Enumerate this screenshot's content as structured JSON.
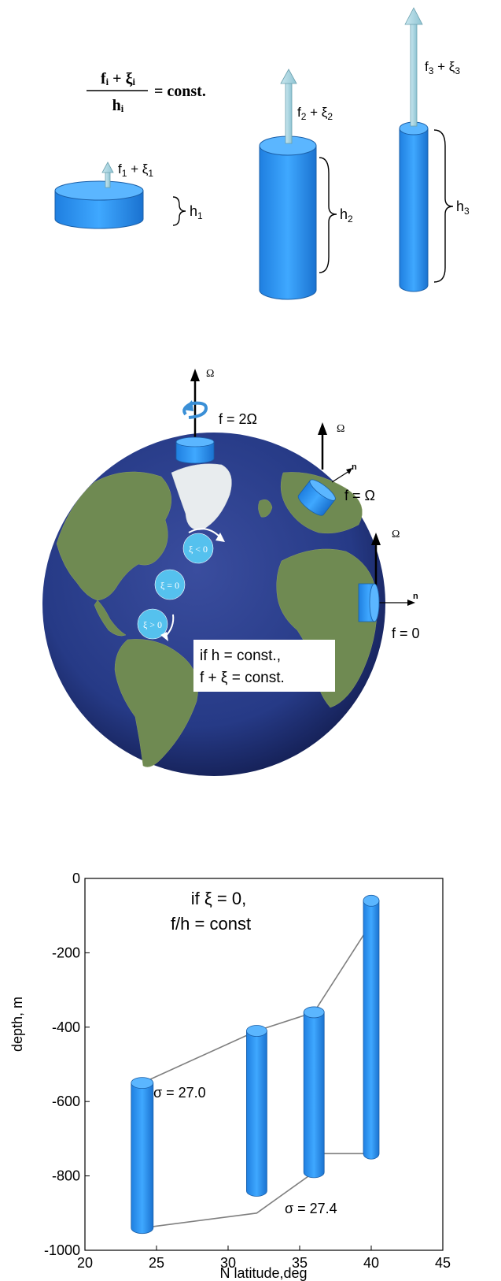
{
  "panel1": {
    "equation": {
      "numerator": "fᵢ + ξᵢ",
      "denominator": "hᵢ",
      "rhs": "= const."
    },
    "columns": [
      {
        "vort_label": "f",
        "vort_sub": "1",
        "vort_mid": " + ξ",
        "vort_sub2": "1",
        "h_label": "h",
        "h_sub": "1"
      },
      {
        "vort_label": "f",
        "vort_sub": "2",
        "vort_mid": " + ξ",
        "vort_sub2": "2",
        "h_label": "h",
        "h_sub": "2"
      },
      {
        "vort_label": "f",
        "vort_sub": "3",
        "vort_mid": " + ξ",
        "vort_sub2": "3",
        "h_label": "h",
        "h_sub": "3"
      }
    ]
  },
  "panel2": {
    "omega_symbol": "Ω",
    "normal_symbol": "n",
    "f_pole": "f = 2Ω",
    "f_mid": "f = Ω",
    "f_equator": "f = 0",
    "xi_neg": "ξ < 0",
    "xi_zero": "ξ = 0",
    "xi_pos": "ξ > 0",
    "note_line1": "if h  = const.,",
    "note_line2": "f + ξ = const."
  },
  "chart_data": {
    "type": "scatter",
    "title": "",
    "xlabel": "N latitude,deg",
    "ylabel": "depth, m",
    "xlim": [
      20,
      45
    ],
    "ylim": [
      -1000,
      0
    ],
    "xticks": [
      20,
      25,
      30,
      35,
      40,
      45
    ],
    "yticks": [
      0,
      -200,
      -400,
      -600,
      -800,
      -1000
    ],
    "columns": [
      {
        "lat": 24,
        "top": -550,
        "bottom": -940
      },
      {
        "lat": 32,
        "top": -410,
        "bottom": -840
      },
      {
        "lat": 36,
        "top": -360,
        "bottom": -790
      },
      {
        "lat": 40,
        "top": -60,
        "bottom": -740
      }
    ],
    "lines": [
      {
        "name": "σ = 27.0",
        "points": [
          [
            24,
            -550
          ],
          [
            32,
            -410
          ],
          [
            36,
            -360
          ],
          [
            40,
            -120
          ]
        ]
      },
      {
        "name": "σ = 27.4",
        "points": [
          [
            24,
            -940
          ],
          [
            32,
            -900
          ],
          [
            36,
            -790
          ],
          [
            36,
            -740
          ],
          [
            40,
            -740
          ]
        ]
      }
    ],
    "annotation_line1": "if  ξ  =  0,",
    "annotation_line2": "f/h = const"
  }
}
